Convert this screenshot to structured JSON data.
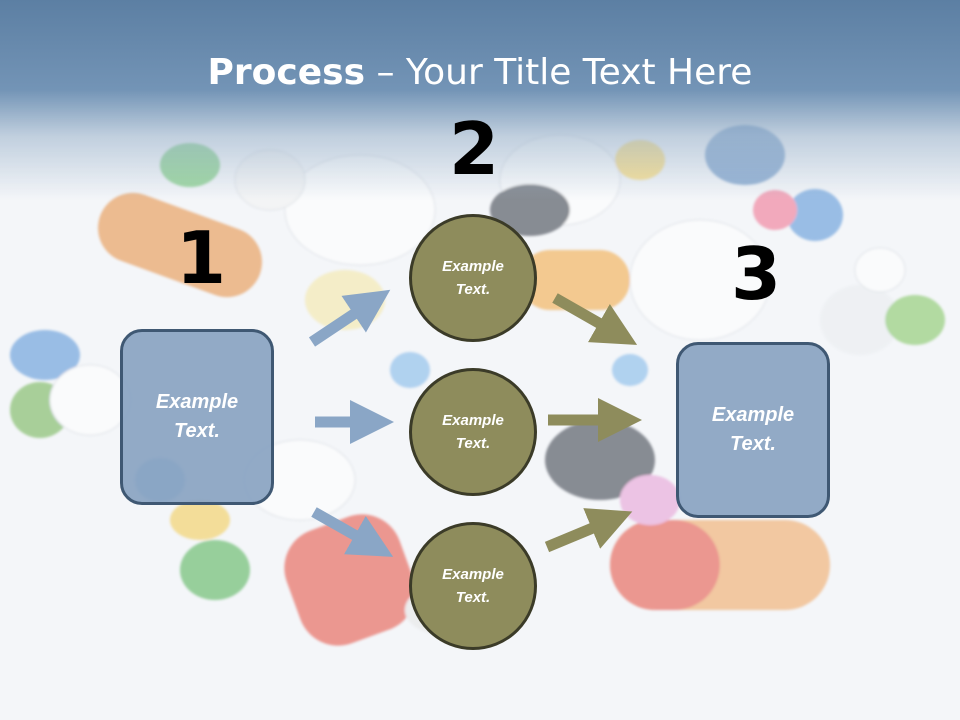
{
  "title": {
    "bold": "Process",
    "rest": " – Your Title Text Here"
  },
  "steps": {
    "one": "1",
    "two": "2",
    "three": "3"
  },
  "left_box": {
    "text": "Example\nText."
  },
  "right_box": {
    "text": "Example\nText."
  },
  "circles": [
    {
      "text": "Example\nText."
    },
    {
      "text": "Example\nText."
    },
    {
      "text": "Example\nText."
    }
  ],
  "colors": {
    "box_fill": "#89a3c1",
    "circle_fill": "#8e8c5c",
    "blue_arrow": "#8aa6c6",
    "olive_arrow": "#8e8c5c"
  }
}
